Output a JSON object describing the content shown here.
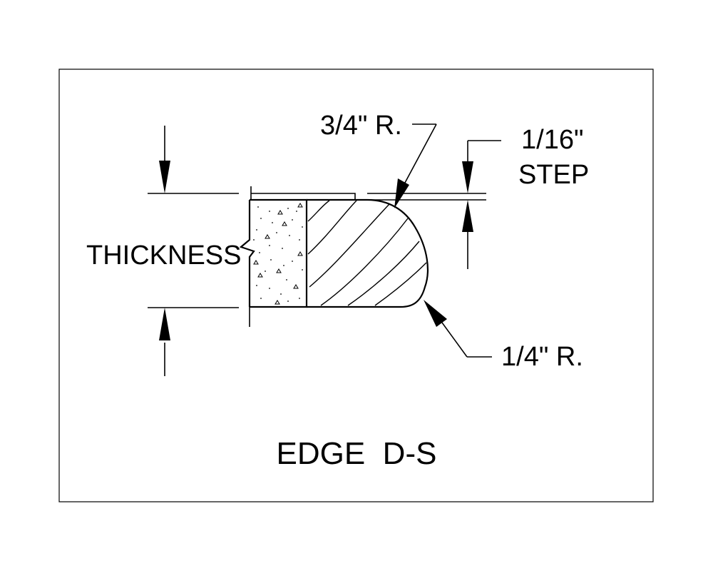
{
  "labels": {
    "radius_large": "3/4\" R.",
    "step_size": "1/16\"",
    "step_word": "STEP",
    "thickness": "THICKNESS",
    "radius_small": "1/4\" R.",
    "title": "EDGE  D-S"
  }
}
